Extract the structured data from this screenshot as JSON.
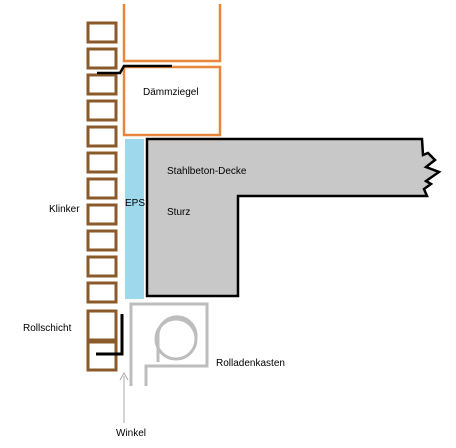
{
  "labels": {
    "daemmziegel": "Dämmziegel",
    "stahlbeton_decke": "Stahlbeton-Decke",
    "sturz": "Sturz",
    "eps": "EPS",
    "klinker": "Klinker",
    "rollschicht": "Rollschicht",
    "rolladenkasten": "Rolladenkasten",
    "winkel": "Winkel"
  },
  "colors": {
    "brick_brown": "#8B5A2B",
    "daemmziegel_orange": "#E8873C",
    "concrete_gray": "#C8C8C8",
    "eps_blue": "#9ED8EC",
    "rolladenkasten_gray": "#BDBDBD",
    "angle_black": "#000000",
    "leader_gray": "#A8A8A8"
  }
}
